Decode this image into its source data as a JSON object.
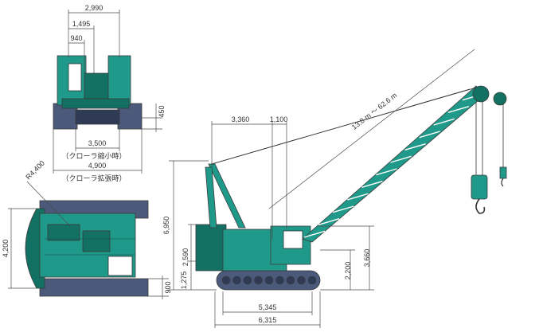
{
  "palette": {
    "body": "#1f9a8a",
    "body_dark": "#137164",
    "track": "#4b5a7a",
    "track_dark": "#2f3a55",
    "line": "#3a3a3a"
  },
  "front_view": {
    "dims": {
      "w2990": "2,990",
      "w1495": "1,495",
      "w940": "940",
      "h450": "450",
      "w3500": "3,500",
      "note_retracted": "（クローラ縮小時）",
      "w4900": "4,900",
      "note_extended": "（クローラ拡張時）"
    }
  },
  "top_view": {
    "dims": {
      "radius": "R4,400",
      "h4200": "4,200",
      "h900": "900"
    }
  },
  "side_view": {
    "dims": {
      "w3360": "3,360",
      "w1100": "1,100",
      "boom_length": "13.8 m ～ 62.6 m",
      "h6950": "6,950",
      "h2590": "2,590",
      "h1275": "1,275",
      "h2200": "2,200",
      "h3660": "3,660",
      "w5345": "5,345",
      "w6315": "6,315"
    }
  }
}
